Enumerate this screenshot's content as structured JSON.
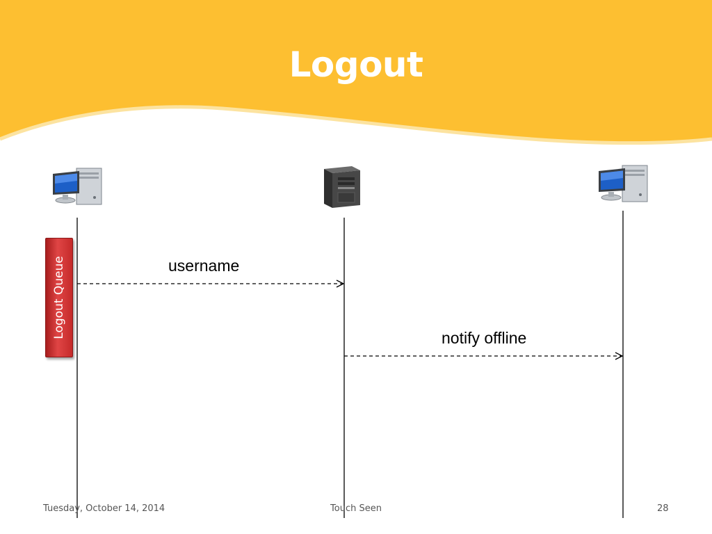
{
  "slide": {
    "title": "Logout",
    "colors": {
      "banner": "#FDBF31",
      "banner_edge": "#FCE3A0",
      "lifeline": "#000000",
      "queue": "#D23333"
    }
  },
  "participants": [
    {
      "id": "client-left",
      "icon": "desktop-computer-icon"
    },
    {
      "id": "server",
      "icon": "server-tower-icon"
    },
    {
      "id": "client-right",
      "icon": "desktop-computer-icon"
    }
  ],
  "activation": {
    "label": "Logout Queue"
  },
  "messages": [
    {
      "label": "username",
      "from": "client-left",
      "to": "server",
      "style": "dashed"
    },
    {
      "label": "notify offline",
      "from": "server",
      "to": "client-right",
      "style": "dashed"
    }
  ],
  "footer": {
    "date": "Tuesday, October 14, 2014",
    "center": "Touch Seen",
    "page": "28"
  }
}
